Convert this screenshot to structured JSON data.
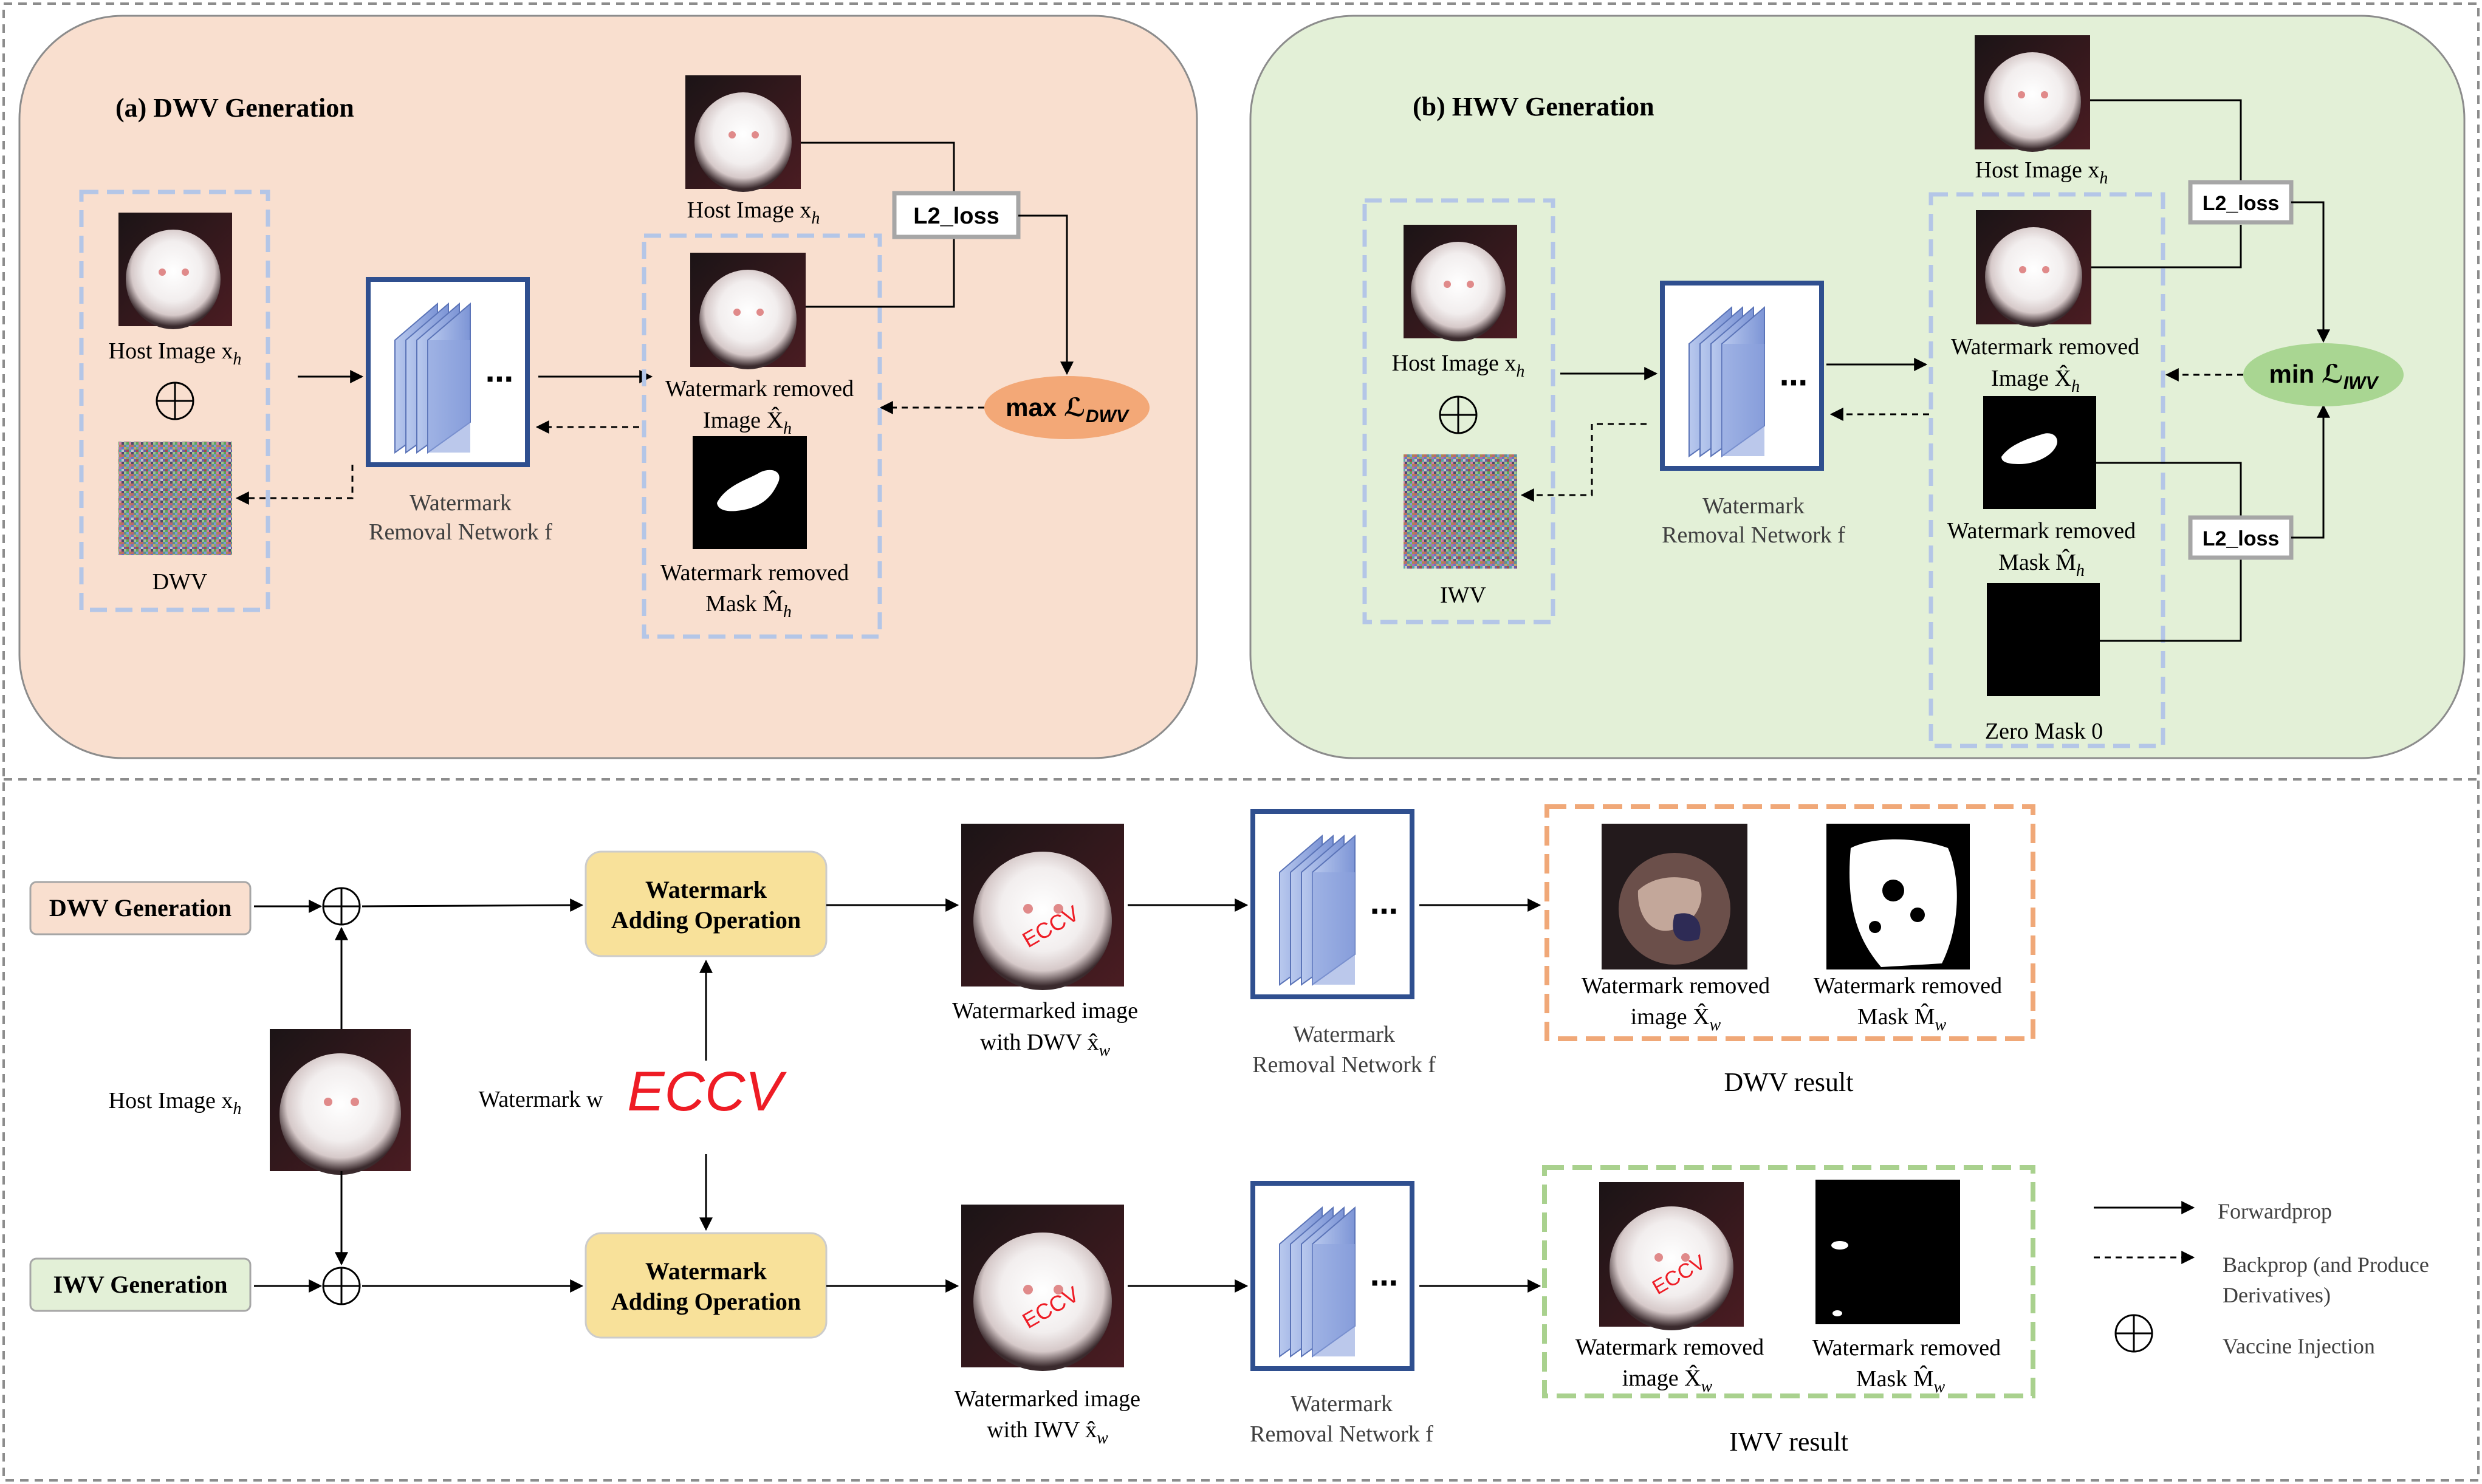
{
  "panel_a": {
    "title": "(a) DWV Generation",
    "host_image_left": "Host Image x",
    "host_image_left_sub": "h",
    "dwv_label": "DWV",
    "network_label_1": "Watermark",
    "network_label_2": "Removal Network f",
    "host_image_top": "Host Image x",
    "host_image_top_sub": "h",
    "wr_image_1": "Watermark removed",
    "wr_image_2": "Image X̂",
    "wr_image_sub": "h",
    "wr_mask_1": "Watermark removed",
    "wr_mask_2": "Mask M̂",
    "wr_mask_sub": "h",
    "loss_box": "L2_loss",
    "objective": "max ℒ",
    "objective_sub": "DWV"
  },
  "panel_b": {
    "title": "(b) HWV Generation",
    "host_image_left": "Host Image x",
    "host_image_left_sub": "h",
    "iwv_label": "IWV",
    "network_label_1": "Watermark",
    "network_label_2": "Removal Network f",
    "host_image_top": "Host Image x",
    "host_image_top_sub": "h",
    "wr_image_1": "Watermark removed",
    "wr_image_2": "Image X̂",
    "wr_image_sub": "h",
    "wr_mask_1": "Watermark removed",
    "wr_mask_2": "Mask M̂",
    "wr_mask_sub": "h",
    "zero_mask": "Zero Mask 0",
    "loss_box_1": "L2_loss",
    "loss_box_2": "L2_loss",
    "objective": "min ℒ",
    "objective_sub": "IWV"
  },
  "bottom": {
    "dwv_generation": "DWV Generation",
    "iwv_generation": "IWV Generation",
    "host_image": "Host Image x",
    "host_image_sub": "h",
    "watermark_label": "Watermark w",
    "watermark_text": "ECCV",
    "adding_op_1a": "Watermark",
    "adding_op_1b": "Adding Operation",
    "adding_op_2a": "Watermark",
    "adding_op_2b": "Adding Operation",
    "wm_dwv_1": "Watermarked image",
    "wm_dwv_2": "with DWV x̂",
    "wm_dwv_sub": "w",
    "wm_iwv_1": "Watermarked image",
    "wm_iwv_2": "with IWV x̂",
    "wm_iwv_sub": "w",
    "net1_1": "Watermark",
    "net1_2": "Removal Network f",
    "net2_1": "Watermark",
    "net2_2": "Removal Network f",
    "dwv_res_img_1": "Watermark removed",
    "dwv_res_img_2": "image X̂",
    "dwv_res_img_sub": "w",
    "dwv_res_mask_1": "Watermark removed",
    "dwv_res_mask_2": "Mask M̂",
    "dwv_res_mask_sub": "w",
    "dwv_result": "DWV result",
    "iwv_res_img_1": "Watermark removed",
    "iwv_res_img_2": "image X̂",
    "iwv_res_img_sub": "w",
    "iwv_res_mask_1": "Watermark removed",
    "iwv_res_mask_2": "Mask M̂",
    "iwv_res_mask_sub": "w",
    "iwv_result": "IWV result"
  },
  "legend": {
    "forwardprop": "Forwardprop",
    "backprop_1": "Backprop (and Produce",
    "backprop_2": "Derivatives)",
    "vaccine": "Vaccine Injection"
  },
  "colors": {
    "panel_a_bg": "#f9dfcf",
    "panel_b_bg": "#e3f0d7",
    "dwv_ellipse": "#f3a877",
    "iwv_ellipse": "#a9d692",
    "adding_op": "#f8e19a",
    "network_border": "#2f4f8f",
    "dashed_blue": "#b4c6e7",
    "dwv_result_border": "#f0a878",
    "iwv_result_border": "#a9d18e",
    "watermark_red": "#ee1c25"
  }
}
